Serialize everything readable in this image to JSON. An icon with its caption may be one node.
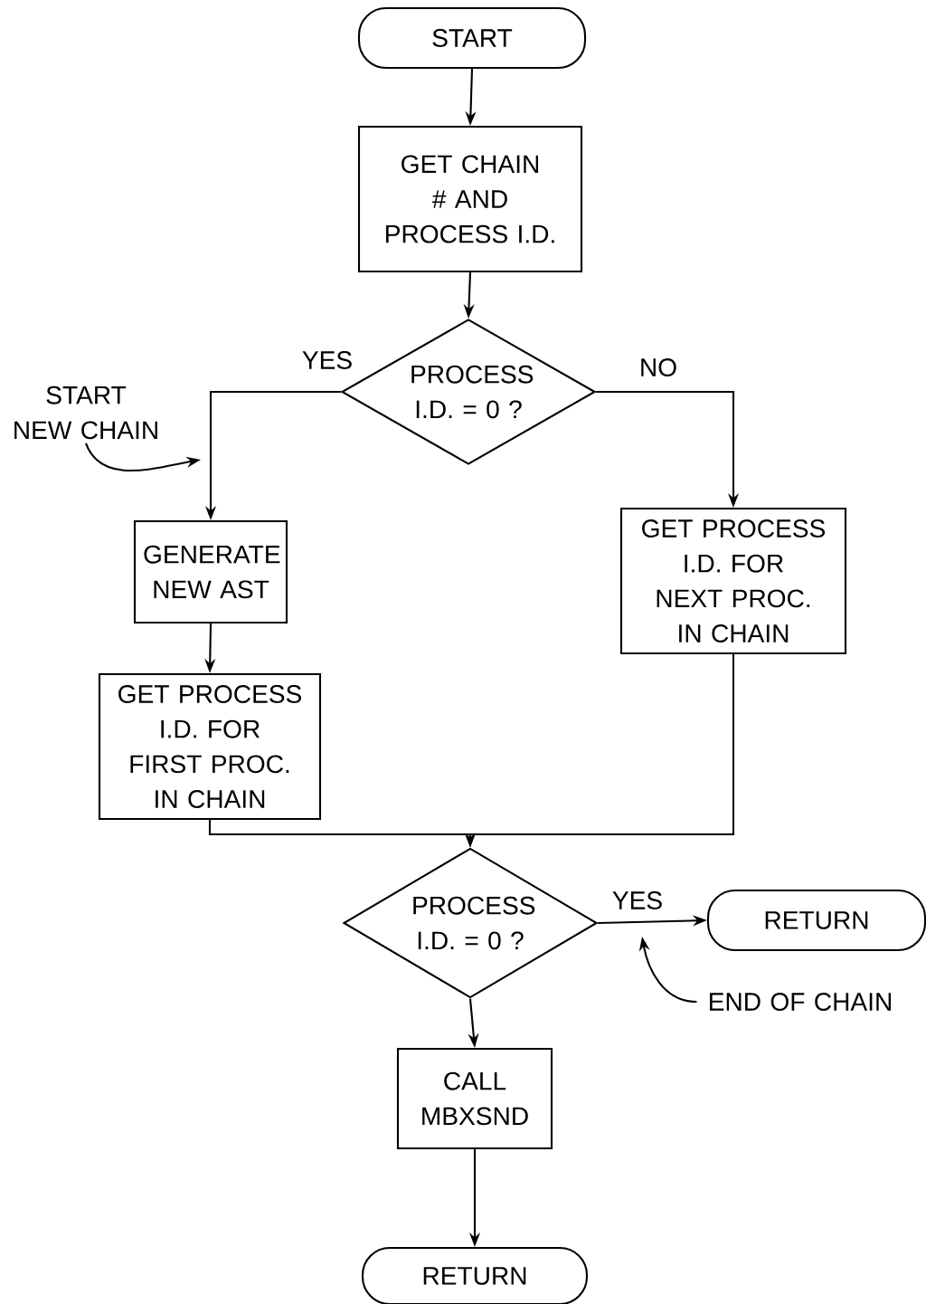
{
  "diagram": {
    "nodes": [
      {
        "text": [
          "START"
        ]
      },
      {
        "text": [
          "GET CHAIN # AND PROCESS I.D."
        ]
      },
      {
        "text": [
          "PROCESS I.D. = 0 ?"
        ]
      },
      {
        "text": [
          "GENERATE NEW AST"
        ]
      },
      {
        "text": [
          "GET PROCESS I.D. FOR FIRST PROC. IN CHAIN"
        ]
      },
      {
        "text": [
          "GET PROCESS I.D. FOR NEXT PROC. IN CHAIN"
        ]
      },
      {
        "text": [
          "PROCESS I.D. = 0 ?"
        ]
      },
      {
        "text": [
          "RETURN"
        ]
      },
      {
        "text": [
          "CALL MBXSND"
        ]
      },
      {
        "text": [
          "RETURN"
        ]
      },
      {
        "text": [
          "START NEW CHAIN"
        ]
      },
      {
        "text": [
          "END OF CHAIN"
        ]
      }
    ],
    "edges": [
      {
        "from": 0,
        "to": 1,
        "arrow": "to"
      },
      {
        "from": 1,
        "to": 2,
        "arrow": "to"
      },
      {
        "from": 2,
        "to": 3,
        "arrow": "to",
        "label": "YES"
      },
      {
        "from": 2,
        "to": 5,
        "arrow": "to",
        "label": "NO"
      },
      {
        "from": 3,
        "to": 4,
        "arrow": "to"
      },
      {
        "from": 4,
        "to": 6,
        "arrow": "to"
      },
      {
        "from": 5,
        "to": 6,
        "arrow": "to"
      },
      {
        "from": 6,
        "to": 7,
        "arrow": "to",
        "label": "YES"
      },
      {
        "from": 6,
        "to": 8,
        "arrow": "to"
      },
      {
        "from": 8,
        "to": 9,
        "arrow": "to"
      },
      {
        "from": 10,
        "to": null,
        "arrow": "to"
      },
      {
        "from": 11,
        "to": null,
        "arrow": "to"
      }
    ]
  }
}
